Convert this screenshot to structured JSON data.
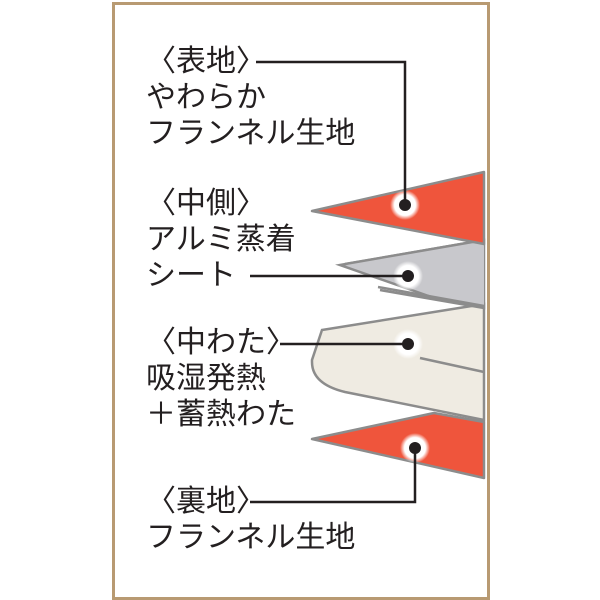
{
  "diagram": {
    "colors": {
      "border": "#b89a72",
      "outer_fabric": "#ef553c",
      "aluminum_sheet": "#c8c8cc",
      "batting": "#efebe2",
      "edge": "#8c8c8c",
      "leader_line": "#231f20"
    },
    "layers": [
      {
        "id": "outer",
        "heading": "〈表地〉",
        "lines": [
          "やわらか",
          "フランネル生地"
        ]
      },
      {
        "id": "middle",
        "heading": "〈中側〉",
        "lines": [
          "アルミ蒸着",
          "シート"
        ]
      },
      {
        "id": "batting",
        "heading": "〈中わた〉",
        "lines": [
          "吸湿発熱",
          "＋蓄熱わた"
        ]
      },
      {
        "id": "lining",
        "heading": "〈裏地〉",
        "lines": [
          "フランネル生地"
        ]
      }
    ]
  }
}
